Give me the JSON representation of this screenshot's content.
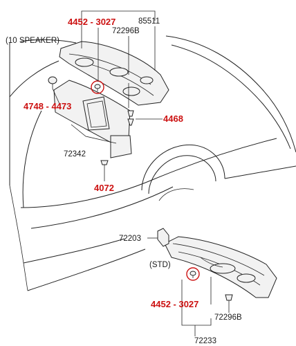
{
  "colors": {
    "highlight": "#cc1111",
    "line": "#222222"
  },
  "labels": {
    "p85511": "85511",
    "p72296b_top": "72296B",
    "speaker": "(10 SPEAKER)",
    "p72342": "72342",
    "p72203": "72203",
    "std": "(STD)",
    "p72296b_bottom": "72296B",
    "p72233": "72233"
  },
  "callouts": {
    "c4452_top": "4452 - 3027",
    "c4748": "4748 - 4473",
    "c4468": "4468",
    "c4072": "4072",
    "c4452_bottom": "4452 - 3027"
  }
}
